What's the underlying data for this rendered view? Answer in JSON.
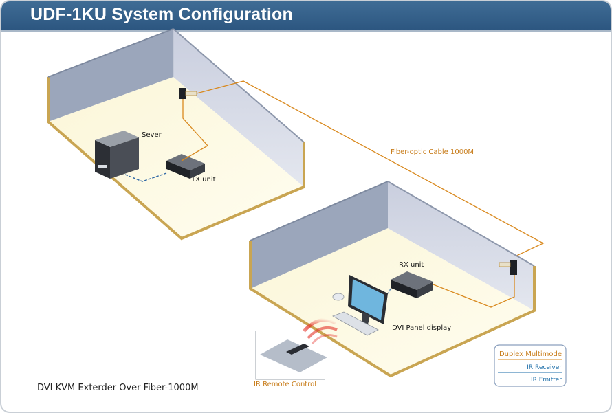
{
  "header": {
    "title": "UDF-1KU System Configuration"
  },
  "room_left": {
    "server_label": "Sever",
    "tx_label": "TX unit"
  },
  "cable": {
    "label": "Fiber-optic Cable 1000M"
  },
  "room_right": {
    "rx_label": "RX unit",
    "display_label": "DVI Panel display",
    "remote_label": "IR Remote Control"
  },
  "legend": {
    "items": [
      {
        "label": "Duplex Multimode",
        "color": "#d9891e"
      },
      {
        "label": "IR Receiver",
        "color": "#1e6ea8"
      },
      {
        "label": "IR Emitter",
        "color": "#1e6ea8"
      }
    ]
  },
  "caption": "DVI KVM Exterder Over Fiber-1000M"
}
